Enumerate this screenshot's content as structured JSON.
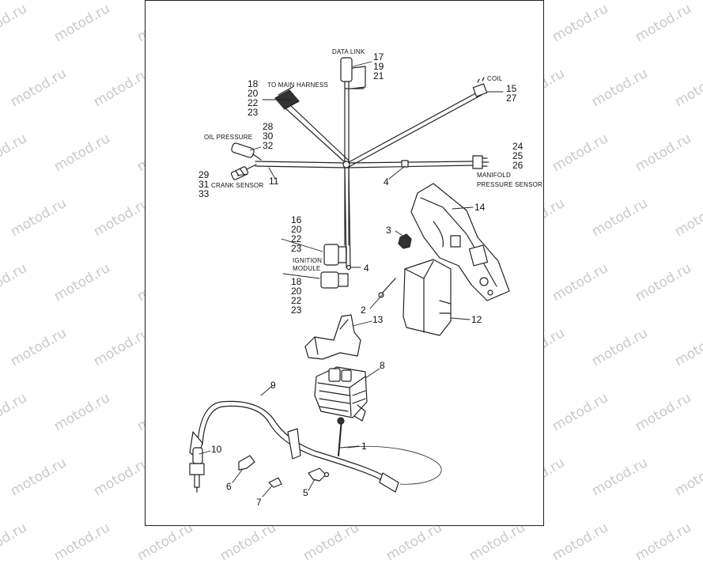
{
  "watermark": "motod.ru",
  "labels": {
    "data_link": "DATA LINK",
    "to_main_harness": "TO MAIN HARNESS",
    "coil": "COIL",
    "oil_pressure": "OIL PRESSURE",
    "crank_sensor": "CRANK SENSOR",
    "manifold": "MANIFOLD",
    "pressure_sensor": "PRESSURE SENSOR",
    "ignition": "IGNITION",
    "module": "MODULE"
  },
  "callouts": {
    "c1": "1",
    "c2": "2",
    "c3": "3",
    "c4a": "4",
    "c4b": "4",
    "c5": "5",
    "c6": "6",
    "c7": "7",
    "c8": "8",
    "c9": "9",
    "c10": "10",
    "c11": "11",
    "c12": "12",
    "c13": "13",
    "c14": "14",
    "dl17": "17",
    "dl19": "19",
    "dl21": "21",
    "mh18": "18",
    "mh20": "20",
    "mh22": "22",
    "mh23": "23",
    "coil15": "15",
    "coil27": "27",
    "op28": "28",
    "op30": "30",
    "op32": "32",
    "cs29": "29",
    "cs31": "31",
    "cs33": "33",
    "mp24": "24",
    "mp25": "25",
    "mp26": "26",
    "im16": "16",
    "im20": "20",
    "im22": "22",
    "im23": "23",
    "im2_18": "18",
    "im2_20": "20",
    "im2_22": "22",
    "im2_23": "23"
  }
}
